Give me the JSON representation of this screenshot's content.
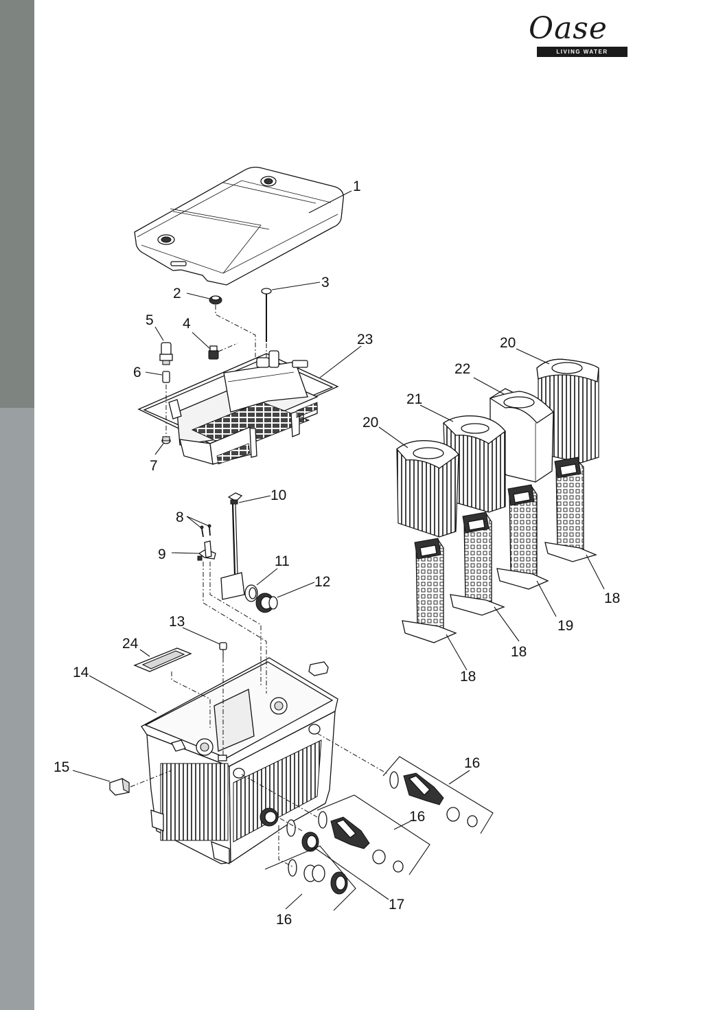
{
  "brand": {
    "name": "Oase",
    "tagline": "LIVING WATER"
  },
  "callouts": [
    {
      "id": "c1",
      "label": "1"
    },
    {
      "id": "c2",
      "label": "2"
    },
    {
      "id": "c3",
      "label": "3"
    },
    {
      "id": "c4",
      "label": "4"
    },
    {
      "id": "c5",
      "label": "5"
    },
    {
      "id": "c6",
      "label": "6"
    },
    {
      "id": "c7",
      "label": "7"
    },
    {
      "id": "c8",
      "label": "8"
    },
    {
      "id": "c9",
      "label": "9"
    },
    {
      "id": "c10",
      "label": "10"
    },
    {
      "id": "c11",
      "label": "11"
    },
    {
      "id": "c12",
      "label": "12"
    },
    {
      "id": "c13",
      "label": "13"
    },
    {
      "id": "c14",
      "label": "14"
    },
    {
      "id": "c15",
      "label": "15"
    },
    {
      "id": "c16a",
      "label": "16"
    },
    {
      "id": "c16b",
      "label": "16"
    },
    {
      "id": "c16c",
      "label": "16"
    },
    {
      "id": "c17",
      "label": "17"
    },
    {
      "id": "c18a",
      "label": "18"
    },
    {
      "id": "c18b",
      "label": "18"
    },
    {
      "id": "c18c",
      "label": "18"
    },
    {
      "id": "c19",
      "label": "19"
    },
    {
      "id": "c20a",
      "label": "20"
    },
    {
      "id": "c20b",
      "label": "20"
    },
    {
      "id": "c21",
      "label": "21"
    },
    {
      "id": "c22",
      "label": "22"
    },
    {
      "id": "c23",
      "label": "23"
    },
    {
      "id": "c24",
      "label": "24"
    }
  ]
}
